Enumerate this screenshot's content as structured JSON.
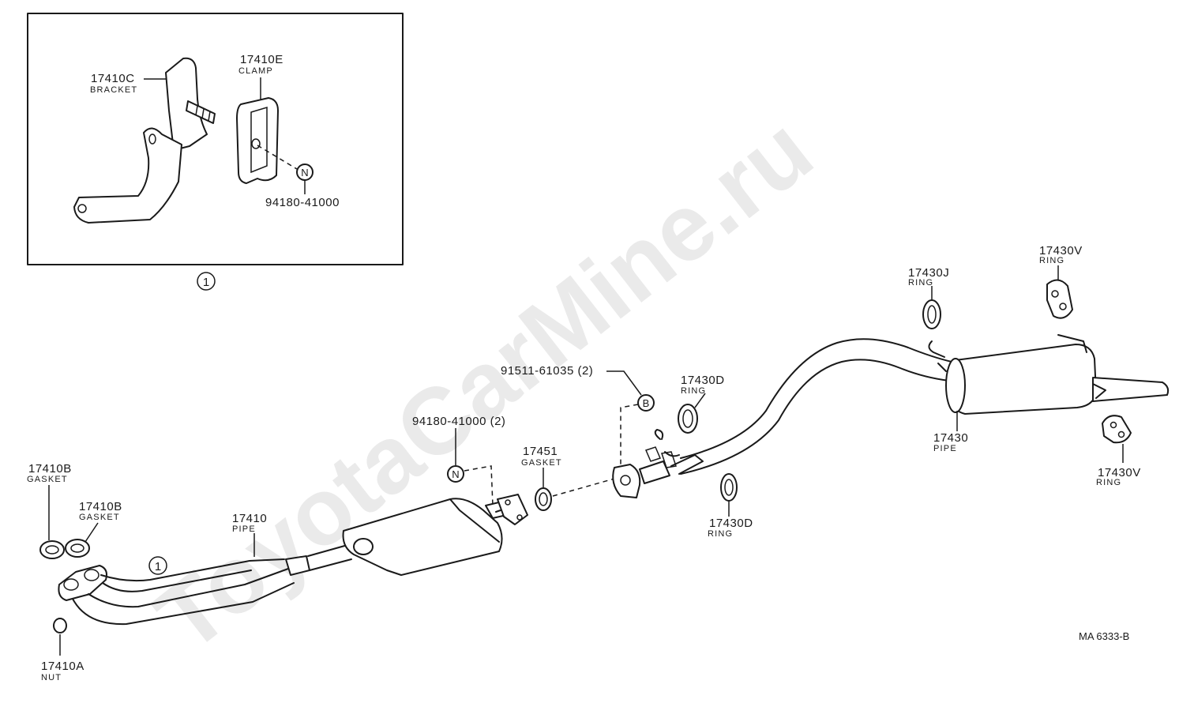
{
  "watermark": "ToyotaCarMine.ru",
  "inset": {
    "callout": "1",
    "parts": [
      {
        "number": "17410C",
        "name": "BRACKET"
      },
      {
        "number": "17410E",
        "name": "CLAMP"
      },
      {
        "number": "94180-41000",
        "name": ""
      }
    ],
    "nut_symbol": "N"
  },
  "parts": {
    "gasket_b1": {
      "number": "17410B",
      "name": "GASKET"
    },
    "gasket_b2": {
      "number": "17410B",
      "name": "GASKET"
    },
    "nut_a": {
      "number": "17410A",
      "name": "NUT"
    },
    "pipe_17410": {
      "number": "17410",
      "name": "PIPE"
    },
    "pipe_callout": "1",
    "nut_main": {
      "number": "94180-41000 (2)",
      "symbol": "N"
    },
    "gasket_17451": {
      "number": "17451",
      "name": "GASKET"
    },
    "bolt": {
      "number": "91511-61035 (2)",
      "symbol": "B"
    },
    "ring_d1": {
      "number": "17430D",
      "name": "RING"
    },
    "ring_d2": {
      "number": "17430D",
      "name": "RING"
    },
    "ring_j": {
      "number": "17430J",
      "name": "RING"
    },
    "ring_v1": {
      "number": "17430V",
      "name": "RING"
    },
    "ring_v2": {
      "number": "17430V",
      "name": "RING"
    },
    "pipe_17430": {
      "number": "17430",
      "name": "PIPE"
    }
  },
  "figure_code": "MA 6333-B"
}
